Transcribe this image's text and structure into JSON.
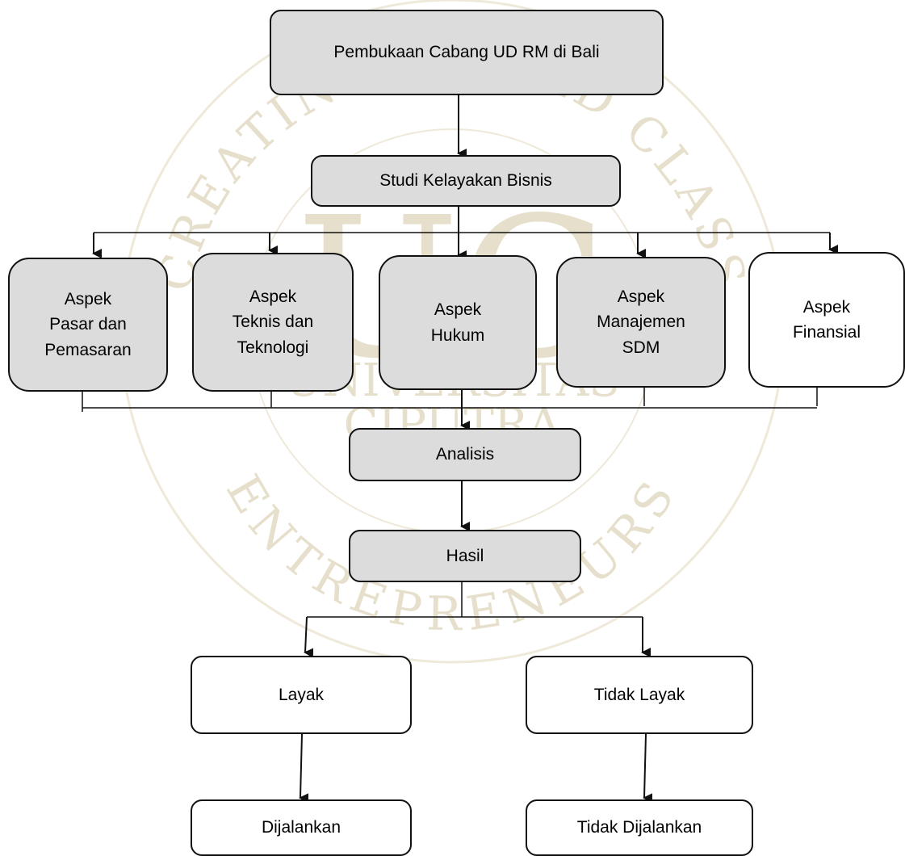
{
  "watermark": {
    "arc_top": "CREATING WORLD CLASS",
    "arc_bottom": "ENTREPRENEURS",
    "monogram": "UC",
    "line1": "UNIVERSITAS",
    "line2": "CIPUTRA",
    "color": "#e6dfcb"
  },
  "flow": {
    "opening": "Pembukaan Cabang UD RM di Bali",
    "study": "Studi Kelayakan Bisnis",
    "aspects": [
      "Aspek\nPasar dan\nPemasaran",
      "Aspek\nTeknis dan\nTeknologi",
      "Aspek\nHukum",
      "Aspek\nManajemen\nSDM",
      "Aspek\nFinansial"
    ],
    "analysis": "Analisis",
    "result": "Hasil",
    "feasible": "Layak",
    "not_feasible": "Tidak Layak",
    "executed": "Dijalankan",
    "not_executed": "Tidak Dijalankan"
  },
  "colors": {
    "box_fill": "#dcdcdc",
    "line": "#111111"
  }
}
